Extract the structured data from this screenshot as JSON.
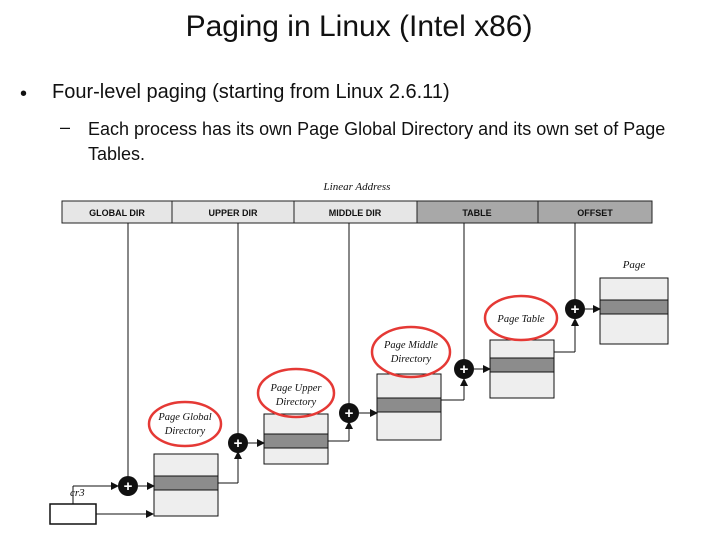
{
  "slide": {
    "title": "Paging in Linux (Intel x86)",
    "bullet": "Four-level paging (starting from Linux 2.6.11)",
    "sub_bullet": "Each process has its own Page Global Directory and its own set of Page Tables."
  },
  "diagram": {
    "linear_address_label": "Linear Address",
    "fields": [
      "GLOBAL DIR",
      "UPPER DIR",
      "MIDDLE DIR",
      "TABLE",
      "OFFSET"
    ],
    "tables": [
      {
        "line1": "Page Global",
        "line2": "Directory",
        "circled": true
      },
      {
        "line1": "Page Upper",
        "line2": "Directory",
        "circled": true
      },
      {
        "line1": "Page Middle",
        "line2": "Directory",
        "circled": true
      },
      {
        "line1": "Page Table",
        "line2": "",
        "circled": true
      }
    ],
    "page_label": "Page",
    "cr3_label": "cr3",
    "adder_symbol": "+",
    "colors": {
      "highlight_circle": "#e53935",
      "field_dark": "#9e9e9e",
      "field_light": "#e0e0e0"
    }
  }
}
